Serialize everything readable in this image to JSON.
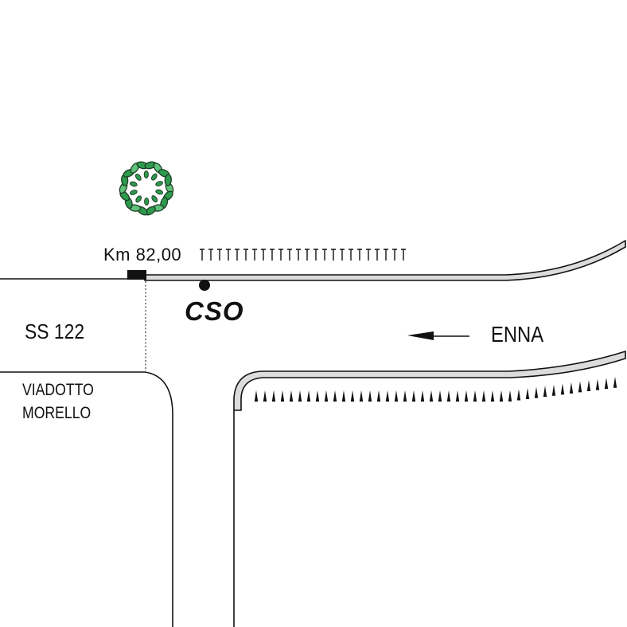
{
  "map": {
    "markers": {
      "km_label": "Km 82,00",
      "station_label": "CSO"
    },
    "roads": {
      "main_road_label": "SS 122",
      "direction_label": "ENNA",
      "viaduct_label_line1": "VIADOTTO",
      "viaduct_label_line2": "MORELLO"
    },
    "colors": {
      "line": "#111111",
      "guardrail_fill": "#dcdcdc",
      "wreath_dark": "#1e3f26",
      "wreath_green": "#2e9a4d",
      "wreath_light": "#5fc27a",
      "background": "#ffffff"
    },
    "icons": {
      "vegetation": "wreath-icon",
      "station": "station-dot-icon",
      "direction": "arrow-left-icon",
      "embankment": "embankment-hatch"
    }
  }
}
